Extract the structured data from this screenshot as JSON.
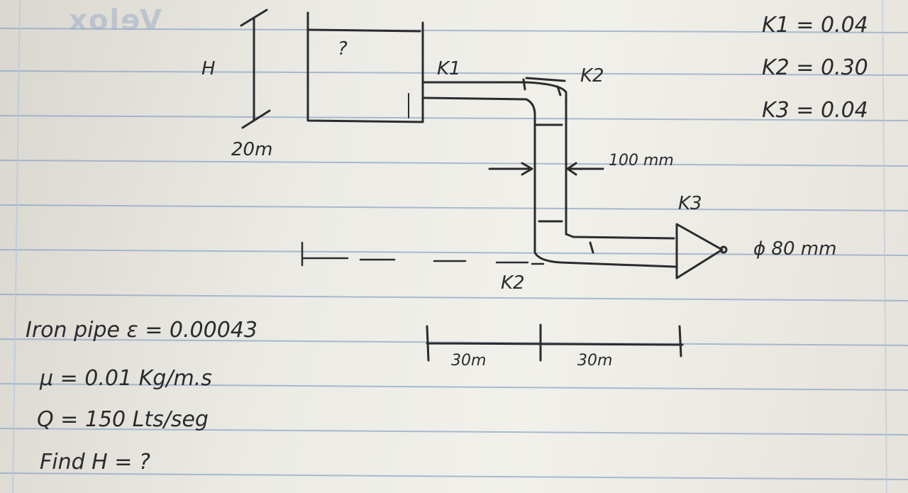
{
  "brand_mark": "Velox",
  "diagram": {
    "tank_label": "H",
    "tank_note": "?",
    "elevation_label": "20m",
    "k1_label": "K1",
    "k2_top_label": "K2",
    "k2_bottom_label": "K2",
    "k3_label": "K3",
    "pipe_diameter_label": "100 mm",
    "nozzle_diameter_label": "ϕ 80 mm",
    "dim_left": "30m",
    "dim_right": "30m"
  },
  "coefficients": [
    {
      "text": "K1 = 0.04"
    },
    {
      "text": "K2 = 0.30"
    },
    {
      "text": "K3 = 0.04"
    }
  ],
  "given": {
    "line1": "Iron pipe  ε = 0.00043",
    "line2": "μ = 0.01 Kg/m.s",
    "line3": "Q = 150 Lts/seg",
    "line4": "Find H = ?"
  },
  "colors": {
    "ink": "#2b2b2f",
    "rule_line": "#8fa8c8",
    "margin_line": "#b9c8dc"
  }
}
